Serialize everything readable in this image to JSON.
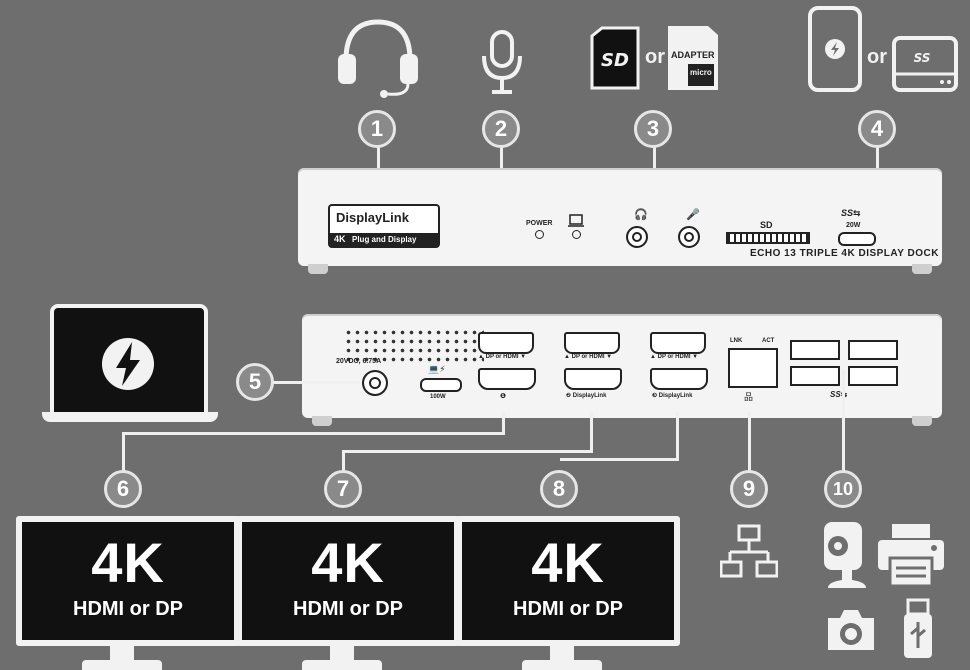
{
  "badges": {
    "b1": "1",
    "b2": "2",
    "b3": "3",
    "b4": "4",
    "b5": "5",
    "b6": "6",
    "b7": "7",
    "b8": "8",
    "b9": "9",
    "b10": "10"
  },
  "top_icons": {
    "or_sd": "or",
    "adapter_label": "ADAPTER",
    "micro_label": "micro",
    "or_phone": "or"
  },
  "front": {
    "brand": "DisplayLink",
    "badge_4k": "4K",
    "plug_text": "Plug and Display",
    "power_label": "POWER",
    "sd_label": "SD",
    "watt_label": "20W",
    "model": "ECHO 13 TRIPLE 4K DISPLAY DOCK"
  },
  "rear": {
    "power_spec": "20VDC, 6.75A",
    "usbc_watt": "100W",
    "dp_hdmi_1": "▲ DP or HDMI ▼",
    "dp_hdmi_2": "▲ DP or HDMI ▼",
    "dp_hdmi_3": "▲ DP or HDMI ▼",
    "port1_label": "❶",
    "port2_label": "❷ DisplayLink",
    "port3_label": "❸ DisplayLink",
    "lnk": "LNK",
    "act": "ACT"
  },
  "monitors": [
    {
      "big": "4K",
      "sub": "HDMI or DP"
    },
    {
      "big": "4K",
      "sub": "HDMI or DP"
    },
    {
      "big": "4K",
      "sub": "HDMI or DP"
    }
  ],
  "colors": {
    "background": "#6e6e6e",
    "device": "#f4f4f4",
    "badge": "#8a8a8a",
    "screen": "#111111"
  }
}
